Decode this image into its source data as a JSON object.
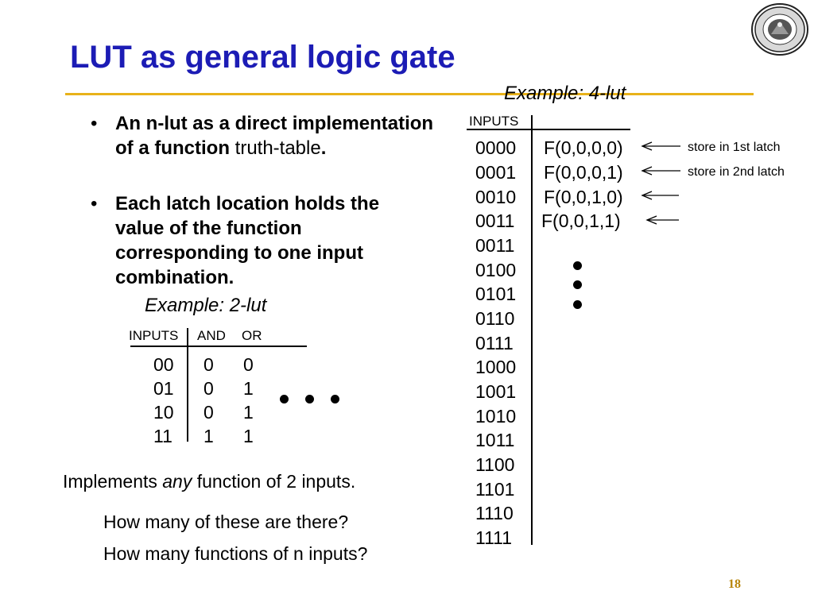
{
  "slide": {
    "title": "LUT as general logic gate",
    "example_4lut": "Example: 4-lut",
    "example_2lut": "Example: 2-lut",
    "page_number": "18",
    "accent_color": "#1c1cb5",
    "rule_color": "#e8b21a"
  },
  "bullets": [
    {
      "marker": "•",
      "bold_text": "An n-lut as a direct implementation of a function",
      "plain_text": " truth-table",
      "bold_tail": "."
    },
    {
      "marker": "•",
      "bold_text": "Each latch location holds the value of the function corresponding to one input combination."
    }
  ],
  "lut2": {
    "headers": [
      "INPUTS",
      "AND",
      "OR"
    ],
    "rows": [
      [
        "00",
        "0",
        "0"
      ],
      [
        "01",
        "0",
        "1"
      ],
      [
        "10",
        "0",
        "1"
      ],
      [
        "11",
        "1",
        "1"
      ]
    ]
  },
  "lut4": {
    "header": "INPUTS",
    "inputs": [
      "0000",
      "0001",
      "0010",
      "0011",
      "0011",
      "0100",
      "0101",
      "0110",
      "0111",
      "1000",
      "1001",
      "1010",
      "1011",
      "1100",
      "1101",
      "1110",
      "1111"
    ],
    "outputs": [
      "F(0,0,0,0)",
      "F(0,0,0,1)",
      "F(0,0,1,0)",
      "F(0,0,1,1)"
    ],
    "notes": [
      "store in 1st latch",
      "store in 2nd latch"
    ]
  },
  "text": {
    "implements_prefix": "Implements ",
    "implements_emph": "any",
    "implements_suffix": " function of 2 inputs.",
    "question1": "How many of these  are there?",
    "question2": "How many functions of n inputs?"
  }
}
